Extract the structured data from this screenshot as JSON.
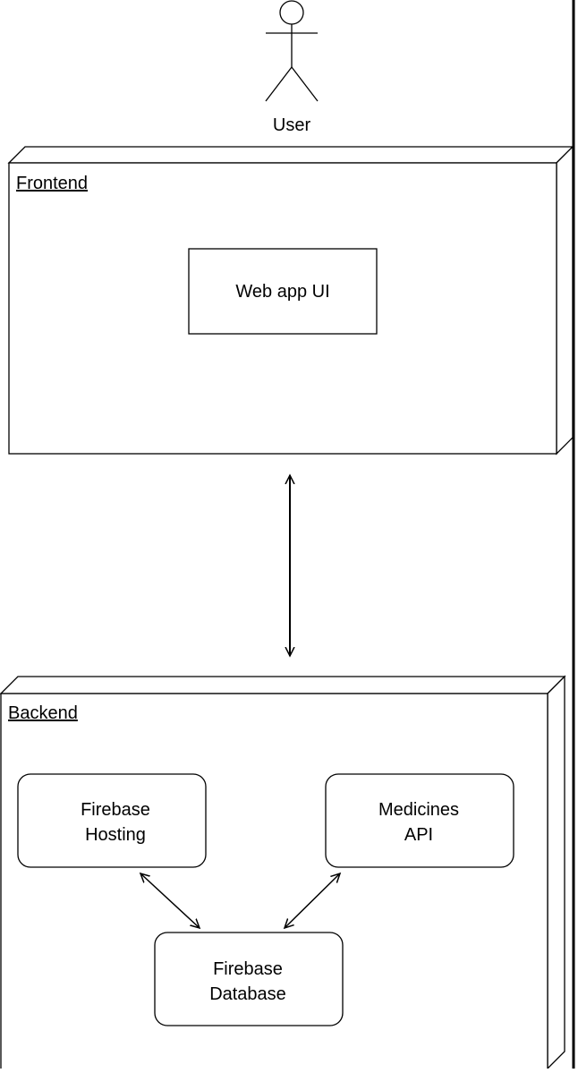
{
  "actor": {
    "label": "User"
  },
  "frontend": {
    "label": "Frontend",
    "component": {
      "label": "Web app UI"
    }
  },
  "backend": {
    "label": "Backend",
    "components": {
      "hosting": {
        "line1": "Firebase",
        "line2": "Hosting"
      },
      "api": {
        "line1": "Medicines",
        "line2": "API"
      },
      "database": {
        "line1": "Firebase",
        "line2": "Database"
      }
    }
  }
}
